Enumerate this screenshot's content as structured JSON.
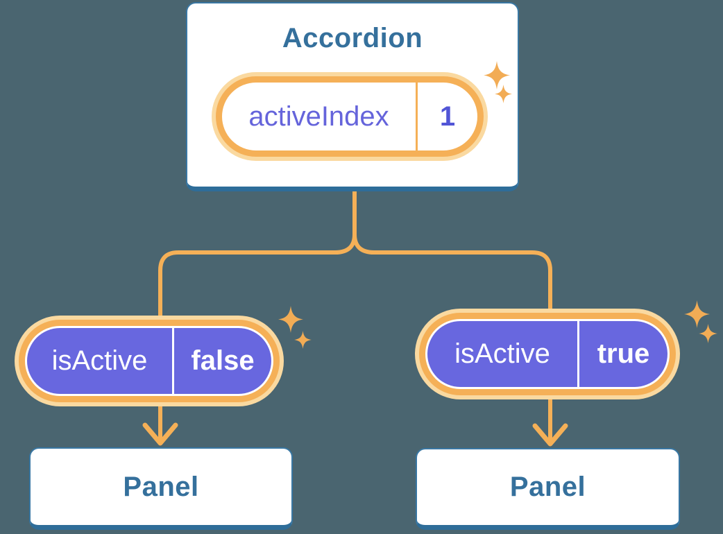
{
  "colors": {
    "background": "#4A6570",
    "card_fill": "#FFFFFF",
    "card_border": "#3977A3",
    "card_border_bottom": "#2E6D99",
    "heading_text": "#35709C",
    "state_name_text": "#6564DB",
    "state_value_text": "#5155D6",
    "prop_pill_fill": "#6867DF",
    "prop_pill_text": "#FFFFFF",
    "highlight_orange": "#F5B057",
    "highlight_glow": "#FAD9A0"
  },
  "icons": {
    "sparkle": "four-point-star"
  },
  "diagram": {
    "type": "component-tree",
    "root": {
      "title": "Accordion",
      "state": {
        "label": "activeIndex",
        "value": "1"
      }
    },
    "children": [
      {
        "prop": {
          "label": "isActive",
          "value": "false"
        },
        "node": {
          "title": "Panel"
        }
      },
      {
        "prop": {
          "label": "isActive",
          "value": "true"
        },
        "node": {
          "title": "Panel"
        }
      }
    ]
  }
}
